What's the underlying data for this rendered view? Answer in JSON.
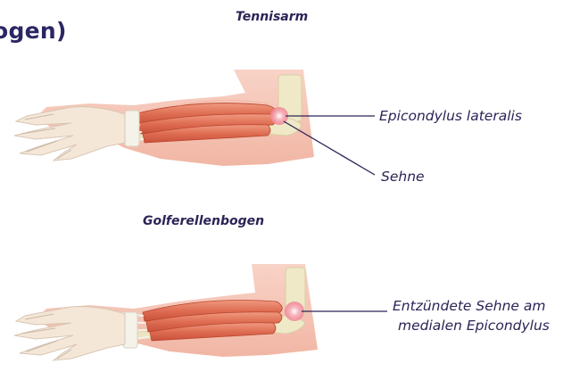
{
  "title_fragment": "ogen)",
  "panels": [
    {
      "heading": "Tennisarm",
      "labels": [
        "Epicondylus lateralis",
        "Sehne"
      ]
    },
    {
      "heading": "Golferellenbogen",
      "labels": [
        "Entzündete Sehne am",
        "medialen Epicondylus"
      ]
    }
  ],
  "colors": {
    "text": "#2b2456",
    "muscle": "#e07a5c",
    "muscle_dark": "#b9452f",
    "skin": "#f6c7b8",
    "bone": "#efe9c8",
    "tendon": "#f4f0e6",
    "inflammation": "#f08a96",
    "leader_line": "#2b2456"
  },
  "icons": [
    "forearm-anatomy-illustration"
  ]
}
